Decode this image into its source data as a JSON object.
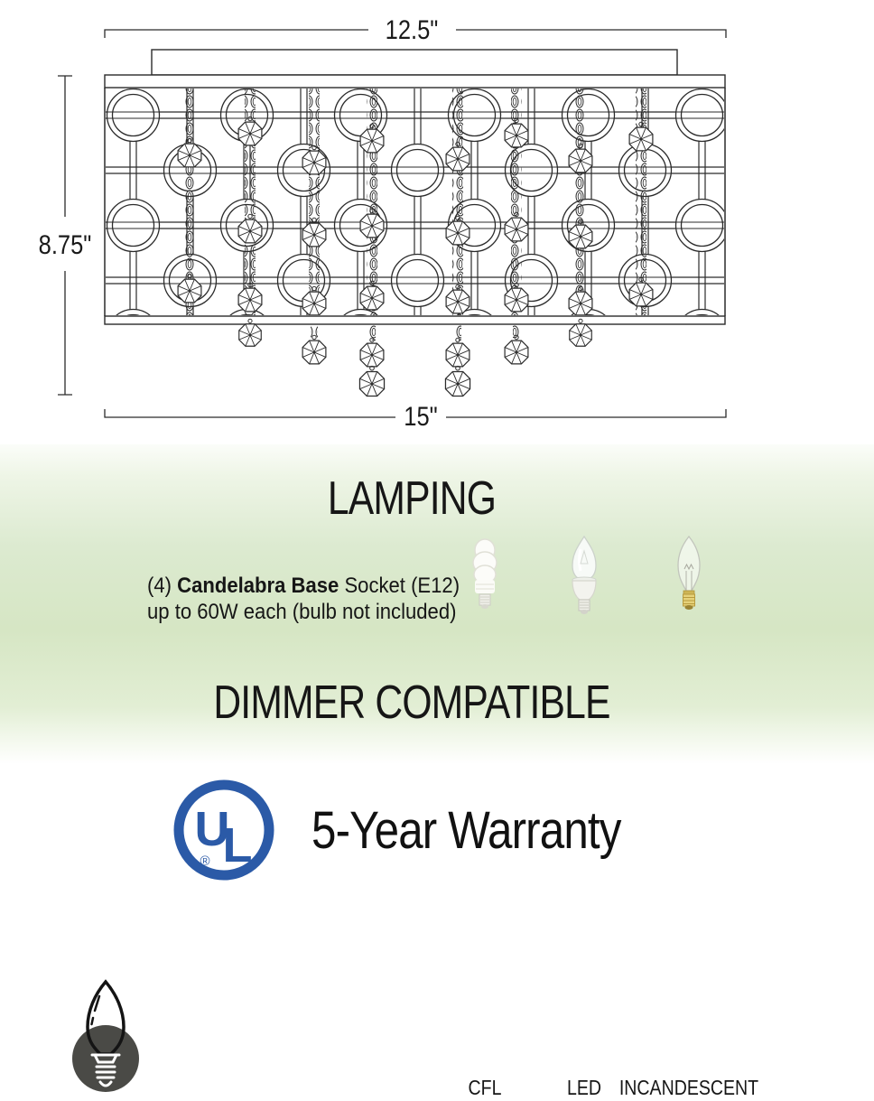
{
  "diagram": {
    "dim_top": "12.5\"",
    "dim_side": "8.75\"",
    "dim_bottom": "15\""
  },
  "lamping": {
    "title": "LAMPING",
    "socket_prefix": "(4) ",
    "socket_bold": "Candelabra Base",
    "socket_suffix": " Socket (E12)",
    "socket_line2": "up to 60W each (bulb not included)",
    "bulbs": [
      {
        "label": "CFL"
      },
      {
        "label": "LED"
      },
      {
        "label": "INCANDESCENT"
      }
    ],
    "dimmer": "DIMMER COMPATIBLE"
  },
  "warranty": {
    "ul_u": "U",
    "ul_l": "L",
    "registered": "®",
    "label": "5-Year Warranty"
  },
  "colors": {
    "ul_blue": "#2b5aa7",
    "green_mid": "#d6e6c4",
    "line_color": "#2b2b2b",
    "socket_icon_gray": "#4a4a46",
    "incandescent_base_gold": "#e6d27a"
  }
}
